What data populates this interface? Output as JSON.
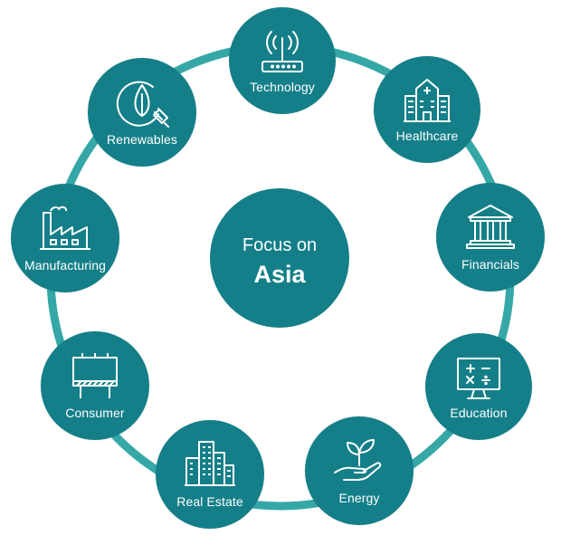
{
  "center": {
    "line1": "Focus on",
    "line2": "Asia"
  },
  "colors": {
    "circle_fill": "#147f88",
    "ring": "#35a7a7",
    "text": "#ffffff"
  },
  "sectors": [
    {
      "label": "Technology",
      "icon": "router-icon"
    },
    {
      "label": "Healthcare",
      "icon": "hospital-icon"
    },
    {
      "label": "Financials",
      "icon": "bank-icon"
    },
    {
      "label": "Education",
      "icon": "math-board-icon"
    },
    {
      "label": "Energy",
      "icon": "plant-hand-icon"
    },
    {
      "label": "Real Estate",
      "icon": "buildings-icon"
    },
    {
      "label": "Consumer",
      "icon": "billboard-icon"
    },
    {
      "label": "Manufacturing",
      "icon": "factory-icon"
    },
    {
      "label": "Renewables",
      "icon": "leaf-plug-icon"
    }
  ]
}
